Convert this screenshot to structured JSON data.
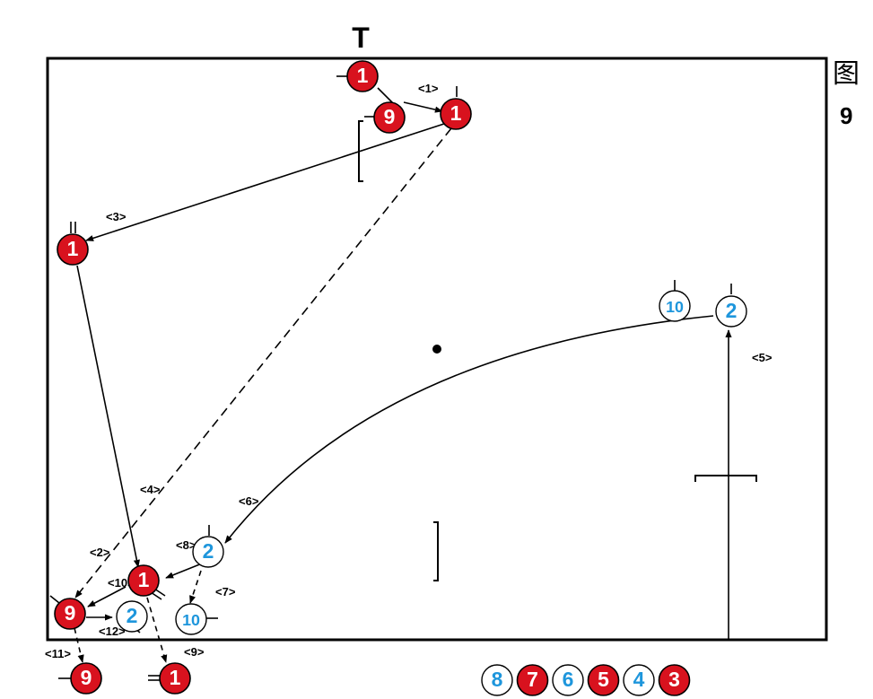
{
  "figure": {
    "char": "图",
    "number": "9",
    "top_mark": "T"
  },
  "colors": {
    "red": "#d8121e",
    "blue": "#1e96dc",
    "black": "#000000",
    "white": "#ffffff"
  },
  "players": [
    {
      "id": "p-top-1",
      "label": "1",
      "team": "red"
    },
    {
      "id": "p-9-top",
      "label": "9",
      "team": "red"
    },
    {
      "id": "p-1-right",
      "label": "1",
      "team": "red"
    },
    {
      "id": "p-1-left",
      "label": "1",
      "team": "red"
    },
    {
      "id": "p-1-low",
      "label": "1",
      "team": "red"
    },
    {
      "id": "p-9-low",
      "label": "9",
      "team": "red"
    },
    {
      "id": "p-9-bottom",
      "label": "9",
      "team": "red"
    },
    {
      "id": "p-1-bottom",
      "label": "1",
      "team": "red"
    },
    {
      "id": "p-10-right",
      "label": "10",
      "team": "blue"
    },
    {
      "id": "p-2-right",
      "label": "2",
      "team": "blue"
    },
    {
      "id": "p-2-mid",
      "label": "2",
      "team": "blue"
    },
    {
      "id": "p-10-low",
      "label": "10",
      "team": "blue"
    },
    {
      "id": "p-2-low",
      "label": "2",
      "team": "blue"
    }
  ],
  "bench": [
    {
      "label": "8",
      "team": "blue"
    },
    {
      "label": "7",
      "team": "red"
    },
    {
      "label": "6",
      "team": "blue"
    },
    {
      "label": "5",
      "team": "red"
    },
    {
      "label": "4",
      "team": "blue"
    },
    {
      "label": "3",
      "team": "red"
    }
  ],
  "steps": [
    "<1>",
    "<2>",
    "<3>",
    "<4>",
    "<5>",
    "<6>",
    "<7>",
    "<8>",
    "<9>",
    "<10>",
    "<11>",
    "<12>"
  ]
}
